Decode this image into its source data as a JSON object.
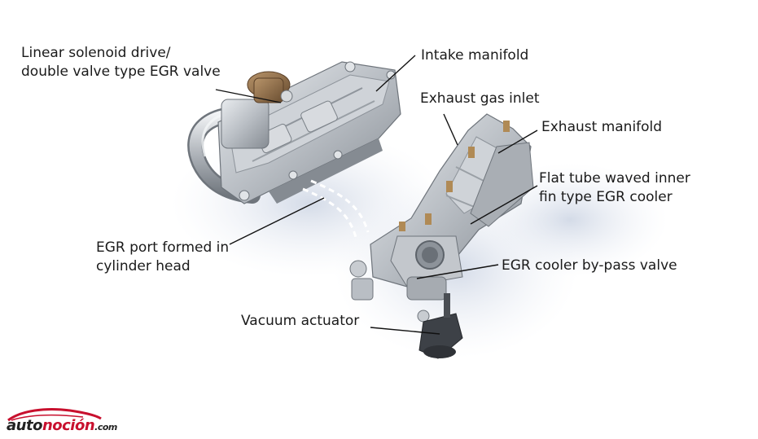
{
  "labels": {
    "egr_valve": [
      "Linear solenoid drive/",
      "double valve type EGR valve"
    ],
    "intake_manifold": [
      "Intake manifold"
    ],
    "exhaust_gas_inlet": [
      "Exhaust gas inlet"
    ],
    "exhaust_manifold": [
      "Exhaust manifold"
    ],
    "egr_cooler": [
      "Flat tube waved inner",
      "fin type EGR cooler"
    ],
    "egr_port": [
      "EGR port formed in",
      "cylinder head"
    ],
    "bypass_valve": [
      "EGR cooler by-pass valve"
    ],
    "vacuum_actuator": [
      "Vacuum actuator"
    ]
  },
  "logo": {
    "part1": "auto",
    "part2": "noción",
    "part3": ".com"
  },
  "colors": {
    "metal": "#b8bdc3",
    "metal_dark": "#7e848b",
    "metal_light": "#e2e5e8",
    "shadow": "#dfe5ef",
    "bronze": "#8a6a45",
    "brand_red": "#c8102e"
  }
}
